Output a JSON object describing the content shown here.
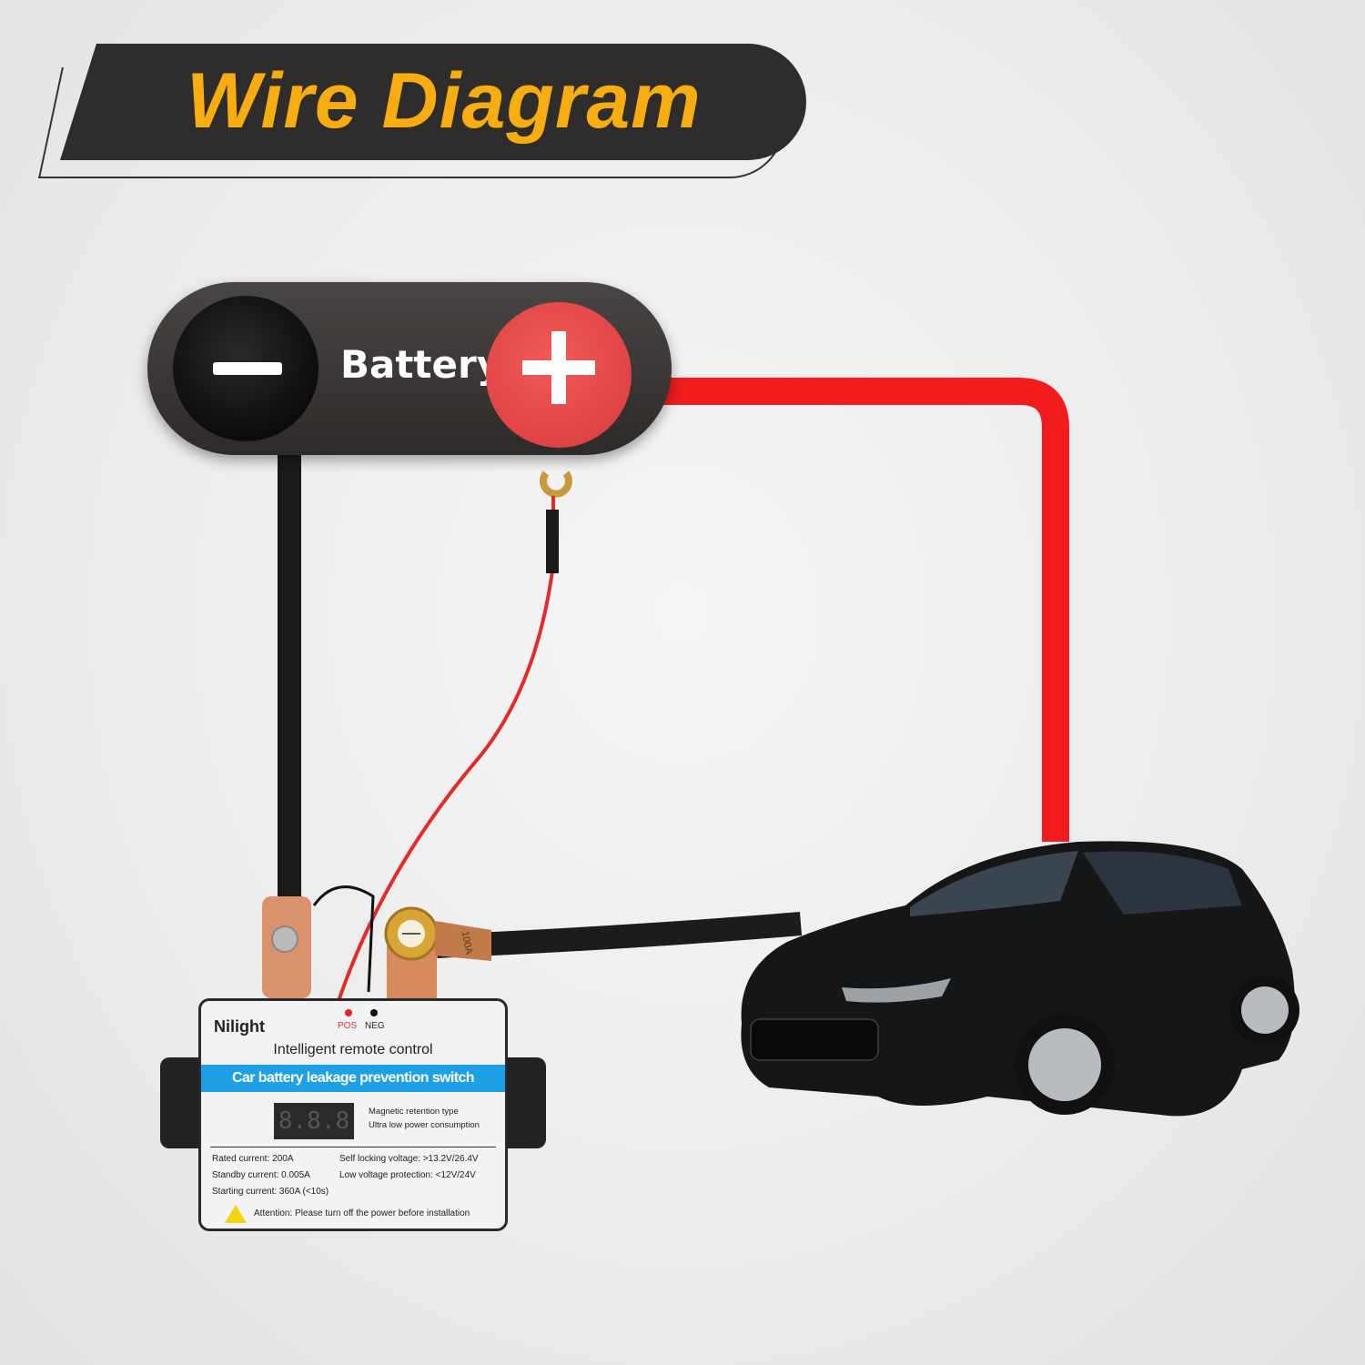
{
  "title": "Wire Diagram",
  "battery": {
    "label": "Battery",
    "negative_symbol": "−",
    "positive_symbol": "+"
  },
  "device": {
    "brand": "Nilight",
    "pos_label": "POS",
    "neg_label": "NEG",
    "subtitle": "Intelligent remote control",
    "band_text": "Car battery leakage prevention switch",
    "display": "8.8.8",
    "features": [
      "Magnetic retention type",
      "Ultra low power consumption"
    ],
    "specs": {
      "rated": "Rated current: 200A",
      "standby": "Standby current: 0.005A",
      "starting": "Starting current: 360A (<10s)",
      "self_locking": "Self locking voltage: >13.2V/26.4V",
      "low_voltage": "Low voltage protection: <12V/24V"
    },
    "attention": "Attention: Please turn off the power before installation"
  },
  "cable_label": "100A",
  "colors": {
    "title": "#f7ad10",
    "banner": "#2f2d2c",
    "positive": "#e8403f",
    "band": "#1ea0e6",
    "wire_red": "#f21c1c"
  }
}
